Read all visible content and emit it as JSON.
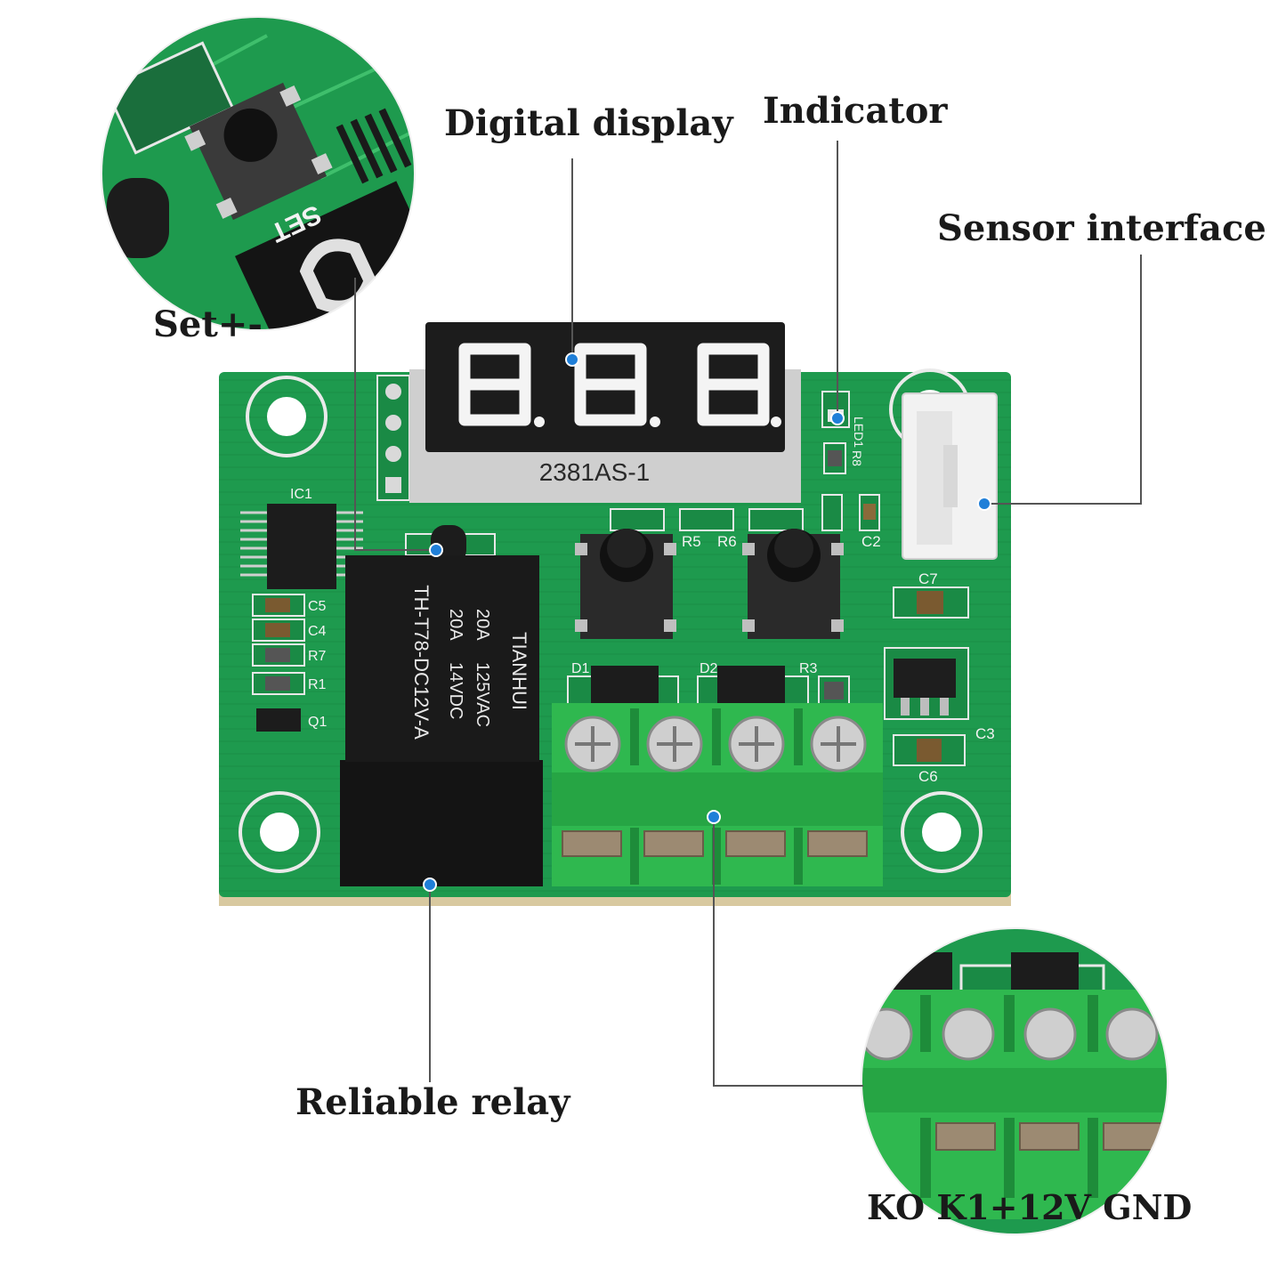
{
  "labels": {
    "digital_display": "Digital display",
    "indicator": "Indicator",
    "sensor_interface": "Sensor interface",
    "set_buttons": "Set+-",
    "relay": "Reliable relay",
    "terminals": "KO K1+12V GND"
  },
  "display_part_number": "2381AS-1",
  "relay_markings": {
    "brand": "TIANHUI",
    "ratings_col1": [
      "20A",
      "20A"
    ],
    "ratings_col2": [
      "125VAC",
      "14VDC"
    ],
    "model": "TH-T78-DC12V-A"
  },
  "zoom_set_text": "SET",
  "silkscreen": {
    "ic1": "IC1",
    "c5": "C5",
    "c4": "C4",
    "r7": "R7",
    "r1": "R1",
    "q1": "Q1",
    "r5": "R5",
    "r6": "R6",
    "c2": "C2",
    "c7": "C7",
    "d1": "D1",
    "d2": "D2",
    "r3": "R3",
    "c3": "C3",
    "c6": "C6",
    "led1": "LED1",
    "r8": "R8"
  },
  "colors": {
    "pcb": "#1e9a4e",
    "terminal": "#2fb84f",
    "callout_dot": "#1f7fd8",
    "display_digits": "#f4f4f4",
    "relay": "#141414"
  }
}
